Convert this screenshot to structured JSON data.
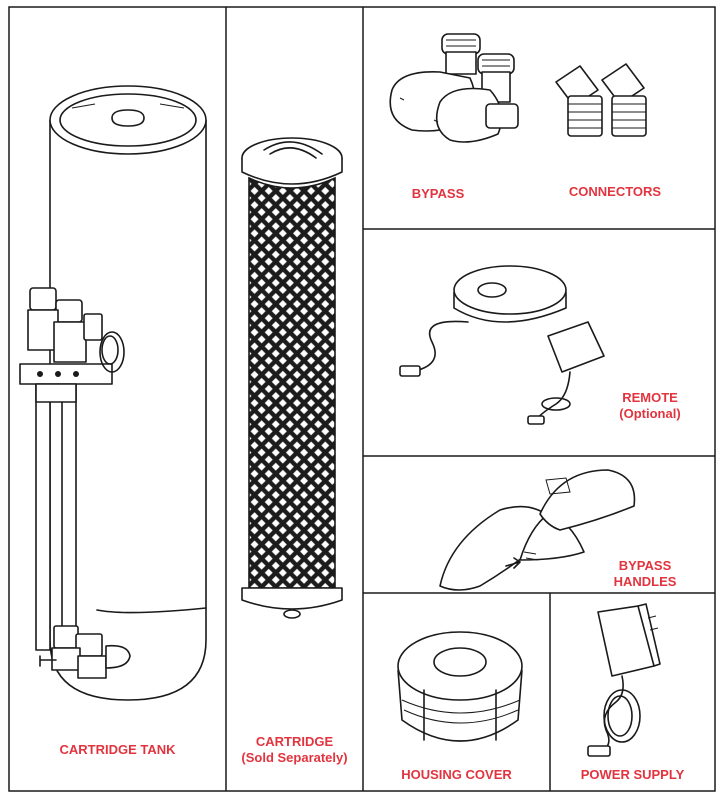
{
  "components": {
    "cartridge_tank": {
      "label": "CARTRIDGE TANK"
    },
    "cartridge": {
      "label_line1": "CARTRIDGE",
      "label_line2": "(Sold Separately)"
    },
    "bypass": {
      "label": "BYPASS"
    },
    "connectors": {
      "label": "CONNECTORS"
    },
    "remote": {
      "label_line1": "REMOTE",
      "label_line2": "(Optional)"
    },
    "bypass_handles": {
      "label_line1": "BYPASS",
      "label_line2": "HANDLES"
    },
    "housing_cover": {
      "label": "HOUSING COVER"
    },
    "power_supply": {
      "label": "POWER SUPPLY"
    }
  },
  "colors": {
    "label": "#e2343f",
    "line": "#1a1a1a",
    "background": "#ffffff"
  }
}
